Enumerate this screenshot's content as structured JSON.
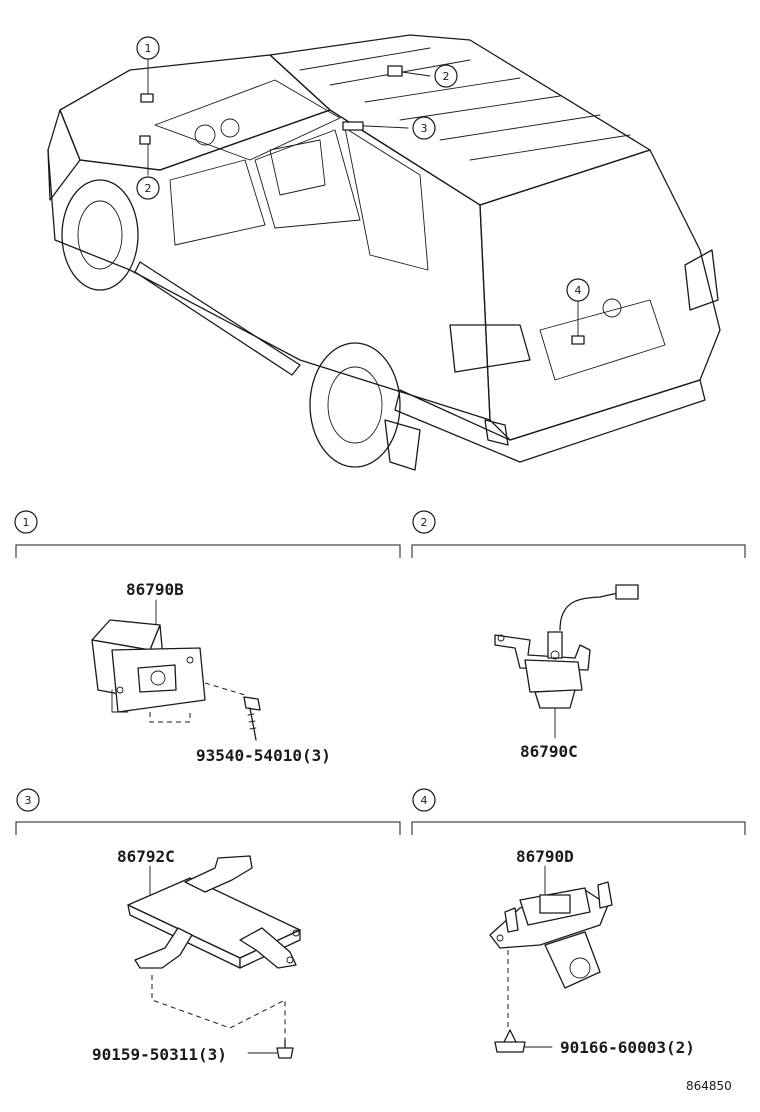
{
  "callouts": {
    "c1": "1",
    "c2a": "2",
    "c2b": "2",
    "c3": "3",
    "c4": "4"
  },
  "sections": [
    {
      "number": "1",
      "parts": [
        "86790B",
        "93540-54010(3)"
      ]
    },
    {
      "number": "2",
      "parts": [
        "86790C"
      ]
    },
    {
      "number": "3",
      "parts": [
        "86792C",
        "90159-50311(3)"
      ]
    },
    {
      "number": "4",
      "parts": [
        "86790D",
        "90166-60003(2)"
      ]
    }
  ],
  "reference_code": "864850"
}
